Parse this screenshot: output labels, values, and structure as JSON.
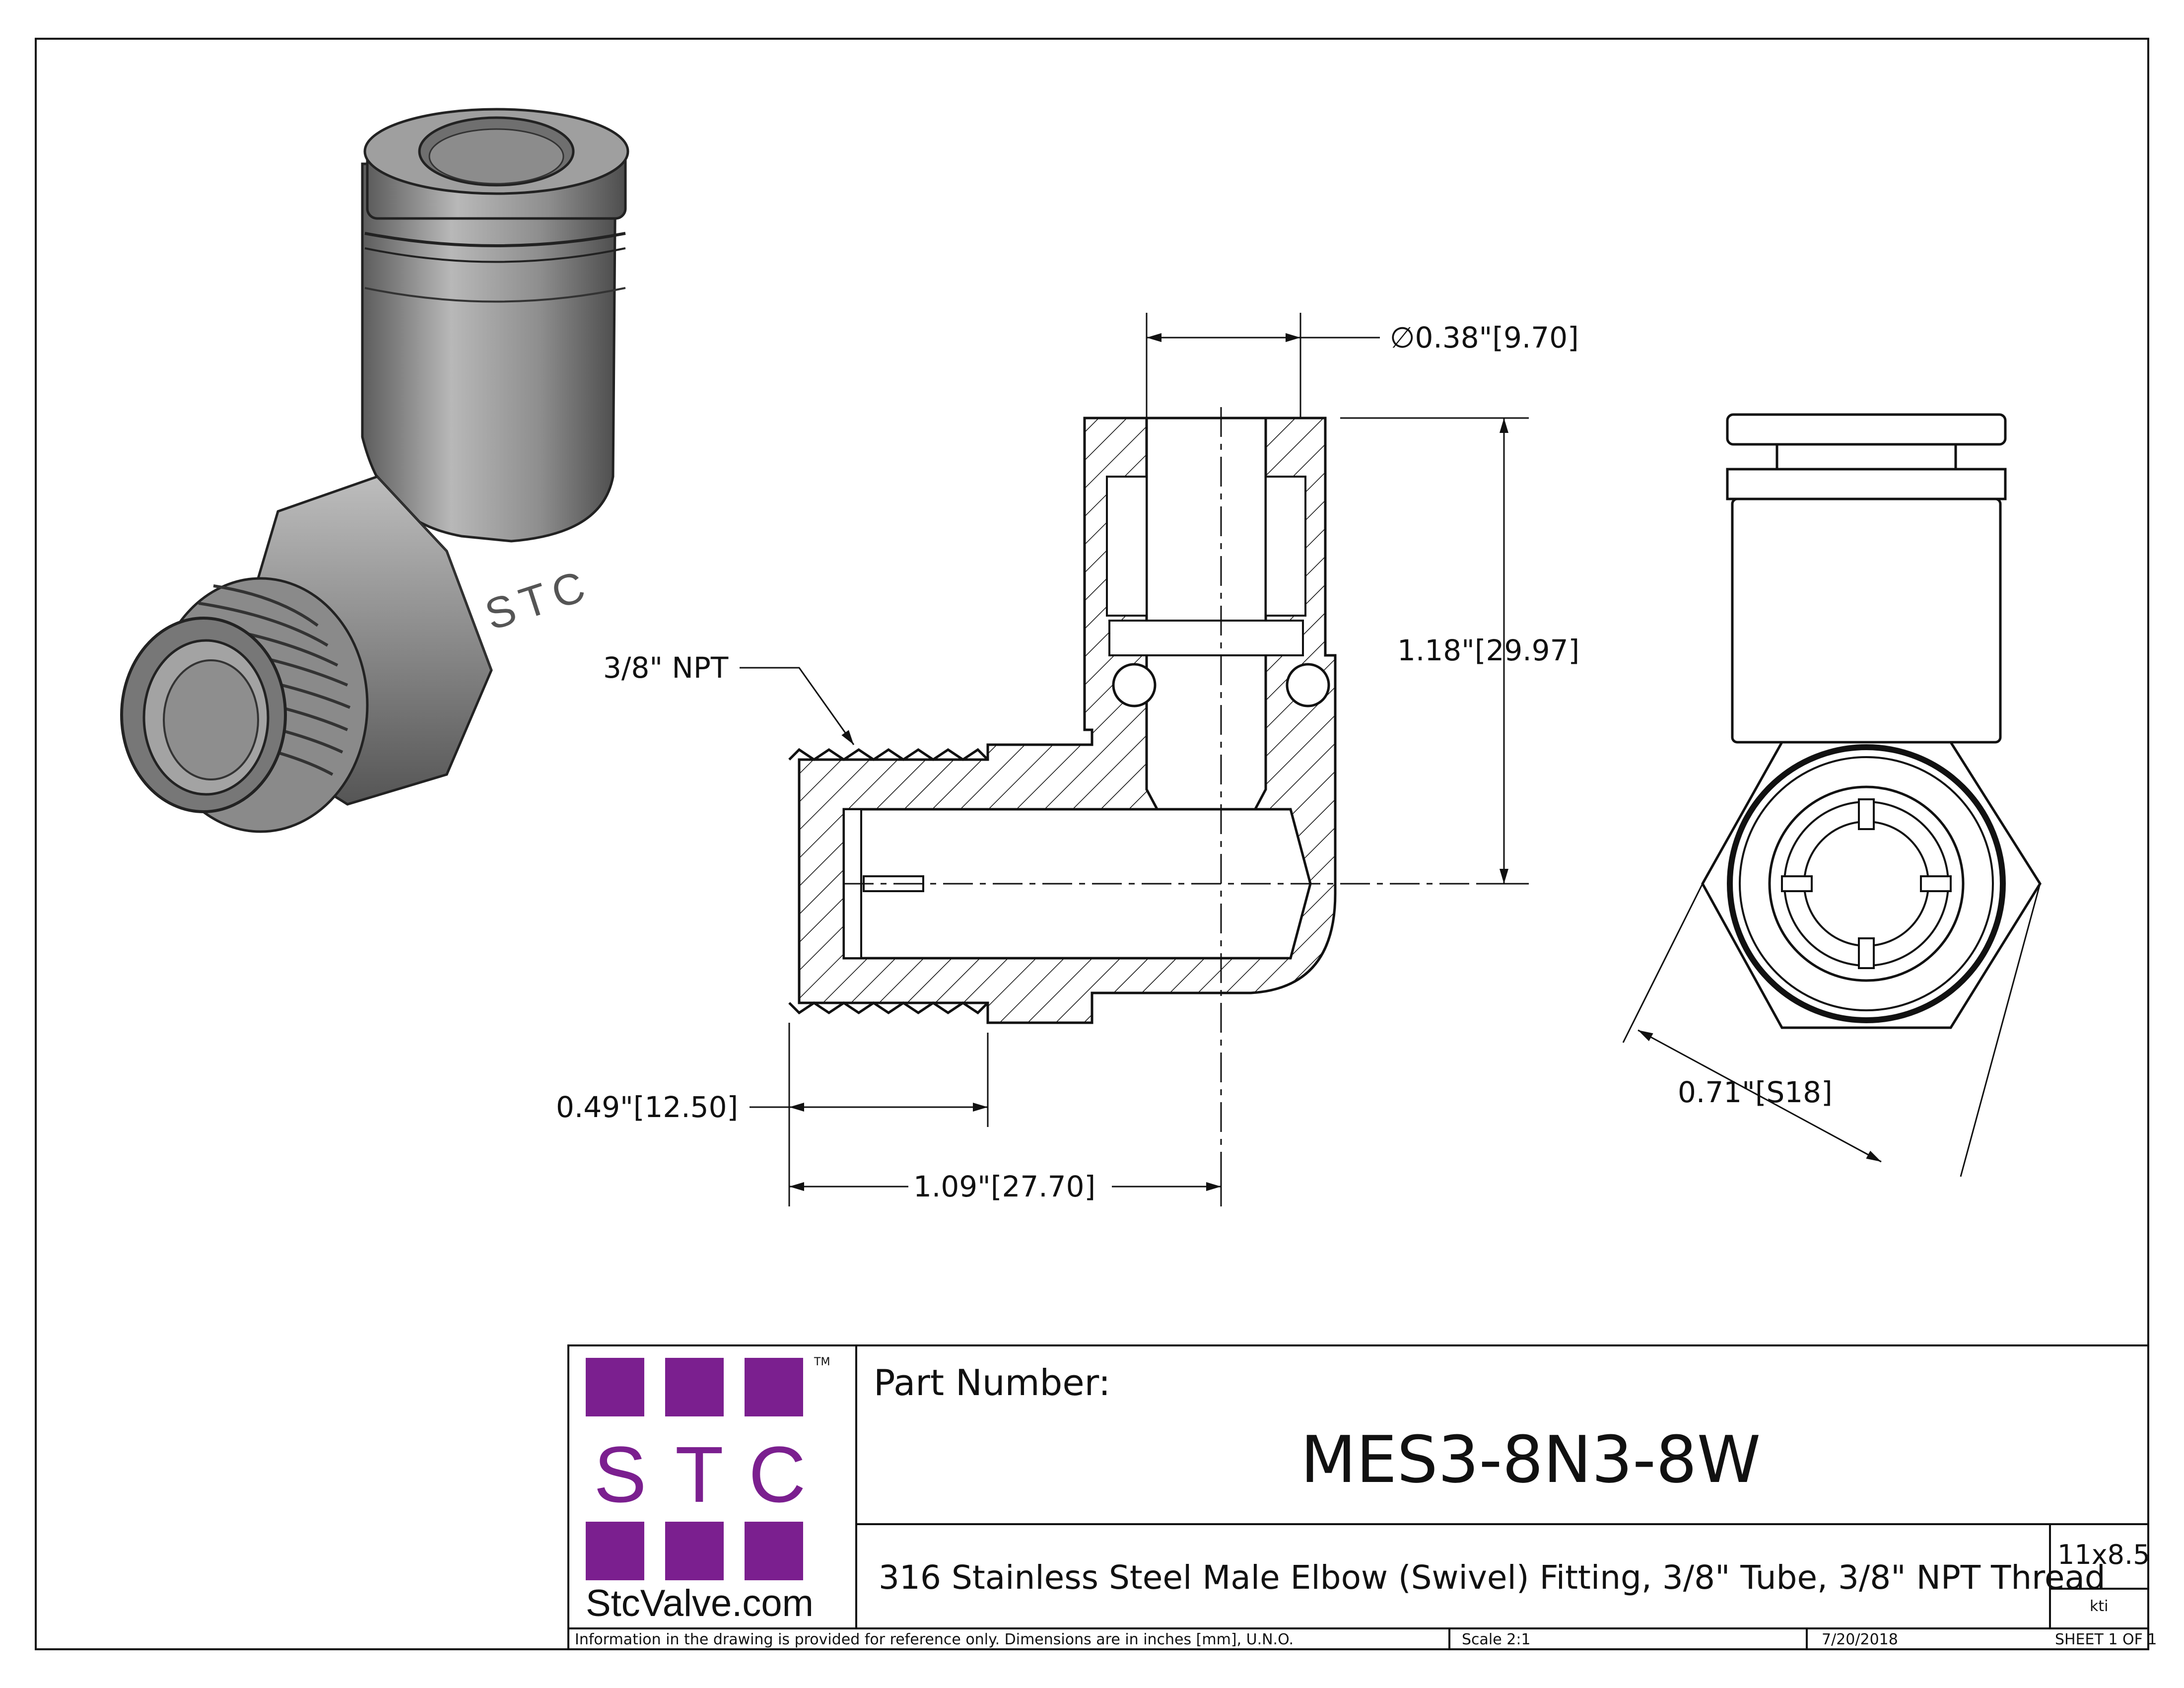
{
  "drawing": {
    "dimensions": {
      "tube_od": "∅0.38\"[9.70]",
      "height": "1.18\"[29.97]",
      "thread": "3/8\" NPT",
      "thread_length": "0.49\"[12.50]",
      "overall_length": "1.09\"[27.70]",
      "hex": "0.71\"[S18]"
    },
    "logo": {
      "letters": [
        "S",
        "T",
        "C"
      ],
      "trademark": "TM",
      "url": "StcValve.com"
    }
  },
  "title_block": {
    "part_number_label": "Part Number:",
    "part_number": "MES3-8N3-8W",
    "description": "316 Stainless Steel Male Elbow (Swivel) Fitting, 3/8\" Tube, 3/8\" NPT Thread",
    "size": "11x8.5",
    "drawn_by": "kti",
    "note": "Information in the drawing is provided for reference only. Dimensions are in inches [mm], U.N.O.",
    "scale": "Scale   2:1",
    "date": "7/20/2018",
    "sheet": "SHEET 1 OF 1"
  },
  "colors": {
    "brand_purple": "#7b1f8f",
    "line": "#111111",
    "metal": "#9a9a9a"
  }
}
